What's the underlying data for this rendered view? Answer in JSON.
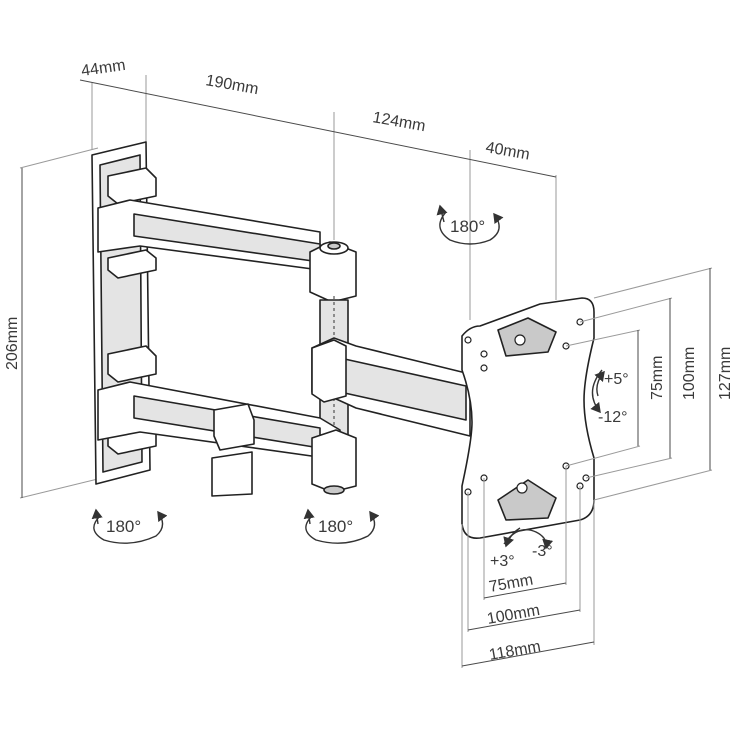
{
  "figure": {
    "depth_label": "44mm",
    "height_label": "206mm",
    "arm1_label": "190mm",
    "arm2_label": "124mm",
    "plate_depth_label": "40mm",
    "swivel_plate_label": "180°",
    "swivel_wall_label": "180°",
    "swivel_elbow_label": "180°",
    "tilt_up_label": "+5°",
    "tilt_down_label": "-12°",
    "rotate_left_label": "+3°",
    "rotate_right_label": "-3°",
    "vesa_v1_label": "75mm",
    "vesa_v2_label": "100mm",
    "plate_height_label": "127mm",
    "vesa_h1_label": "75mm",
    "vesa_h2_label": "100mm",
    "plate_width_label": "118mm"
  }
}
